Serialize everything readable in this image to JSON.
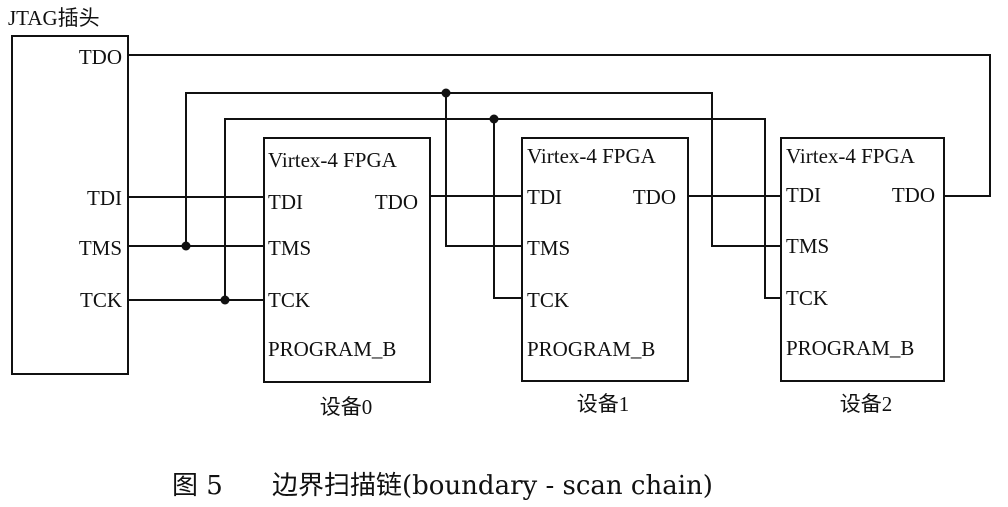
{
  "jtag": {
    "title": "JTAG插头",
    "pins": {
      "tdo": "TDO",
      "tdi": "TDI",
      "tms": "TMS",
      "tck": "TCK"
    }
  },
  "devices": [
    {
      "chip": "Virtex-4 FPGA",
      "tdi": "TDI",
      "tdo": "TDO",
      "tms": "TMS",
      "tck": "TCK",
      "program": "PROGRAM_B",
      "label": "设备0"
    },
    {
      "chip": "Virtex-4 FPGA",
      "tdi": "TDI",
      "tdo": "TDO",
      "tms": "TMS",
      "tck": "TCK",
      "program": "PROGRAM_B",
      "label": "设备1"
    },
    {
      "chip": "Virtex-4 FPGA",
      "tdi": "TDI",
      "tdo": "TDO",
      "tms": "TMS",
      "tck": "TCK",
      "program": "PROGRAM_B",
      "label": "设备2"
    }
  ],
  "caption": {
    "figure": "图 5",
    "text": "边界扫描链(boundary - scan chain)"
  }
}
